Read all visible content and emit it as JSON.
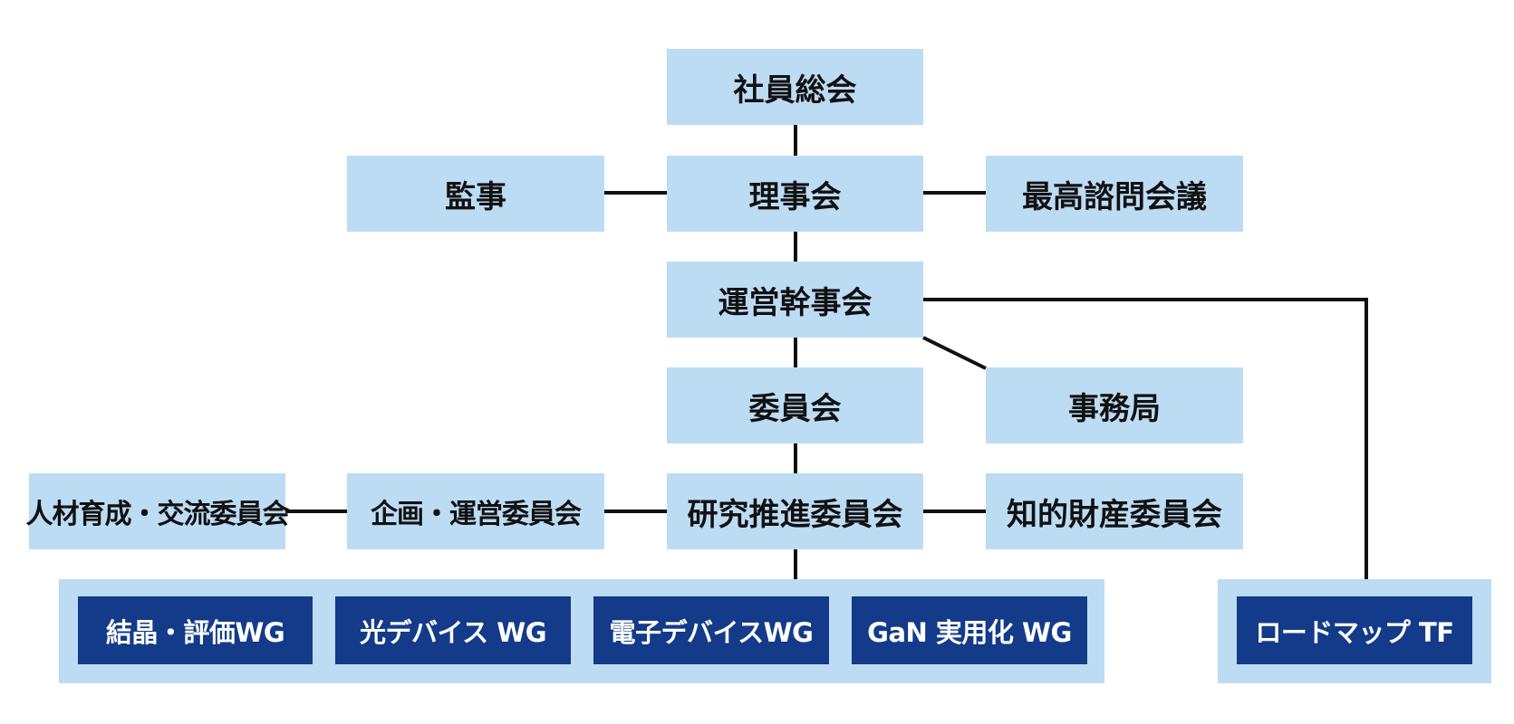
{
  "org_chart": {
    "general_assembly": "社員総会",
    "auditor": "監事",
    "board": "理事会",
    "advisory_council": "最高諮問会議",
    "steering_committee": "運営幹事会",
    "committee": "委員会",
    "secretariat": "事務局",
    "hr_exchange_committee": "人材育成・交流委員会",
    "planning_committee": "企画・運営委員会",
    "research_committee": "研究推進委員会",
    "ip_committee": "知的財産委員会",
    "working_groups": [
      "結晶・評価WG",
      "光デバイス WG",
      "電子デバイスWG",
      "GaN 実用化 WG"
    ],
    "task_force": "ロードマップ TF"
  },
  "colors": {
    "box_fill": "#bcdcf4",
    "wg_fill": "#133b89",
    "line": "#111111"
  }
}
